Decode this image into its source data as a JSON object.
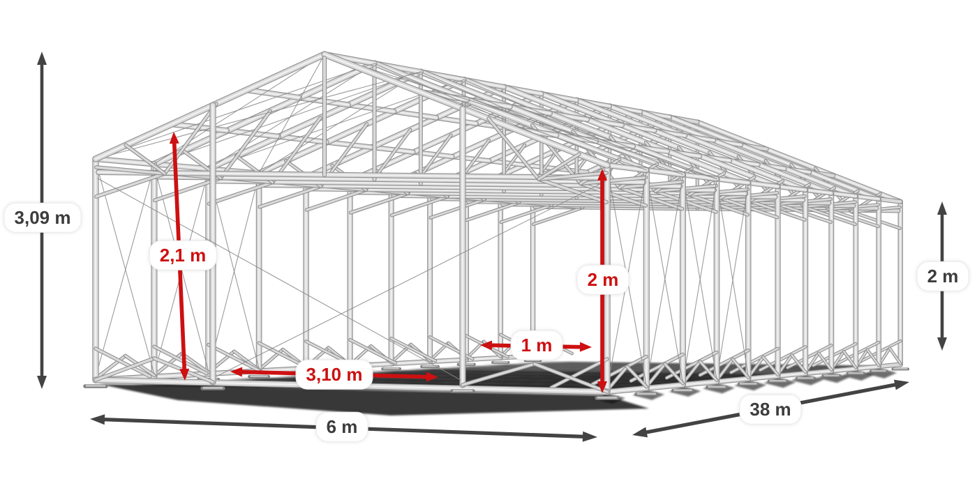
{
  "figure": {
    "subject": "Galvanized steel frame skeleton of a 6 x 38 m storage tent shown in perspective with dimension arrows",
    "colors": {
      "dimension_red": "#cd1011",
      "dimension_dark": "#434343",
      "label_background": "#ffffff",
      "tube_fill": "#d9d9d9",
      "tube_outline": "#8f8f8f",
      "cable": "#8a8a8a",
      "shadow": "#0c0c0c",
      "background": "#ffffff"
    },
    "labels": {
      "total_height": "3,09 m",
      "entrance_height": "2,1 m",
      "inner_height": "2 m",
      "end_bay_spacing": "1 m",
      "entrance_width": "3,10 m",
      "frame_width": "6 m",
      "frame_length": "38 m",
      "side_height": "2 m"
    }
  }
}
